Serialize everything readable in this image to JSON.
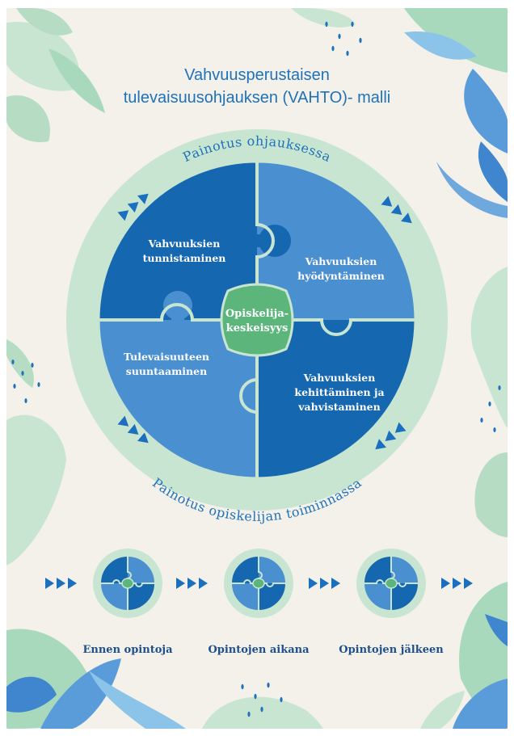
{
  "title": {
    "line1": "Vahvuusperustaisen",
    "line2": "tulevaisuusohjauksen (VAHTO)- malli"
  },
  "ring": {
    "top_text": "Painotus ohjauksessa",
    "bottom_text": "Painotus opiskelijan toiminnassa"
  },
  "center": {
    "line1": "Opiskelija-",
    "line2": "keskeisyys"
  },
  "pieces": {
    "top_left": [
      "Vahvuuksien",
      "tunnistaminen"
    ],
    "top_right": [
      "Vahvuuksien",
      "hyödyntäminen"
    ],
    "bottom_left": [
      "Tulevaisuuteen",
      "suuntaaminen"
    ],
    "bottom_right": [
      "Vahvuuksien",
      "kehittäminen ja",
      "vahvistaminen"
    ]
  },
  "stages": [
    "Ennen opintoja",
    "Opintojen aikana",
    "Opintojen jälkeen"
  ],
  "colors": {
    "background": "#f3f1ea",
    "ring": "#c8e5d2",
    "piece_dark": "#1567b0",
    "piece_light": "#4a8fcf",
    "center": "#5cb67c",
    "title": "#1f72b8",
    "arrow": "#1a6fbf",
    "leaf_green": "#a9d9bd",
    "leaf_blue": "#5a9bd9"
  },
  "icons": [
    "triangle-arrow-icon",
    "leaf-decoration",
    "puzzle-piece"
  ]
}
